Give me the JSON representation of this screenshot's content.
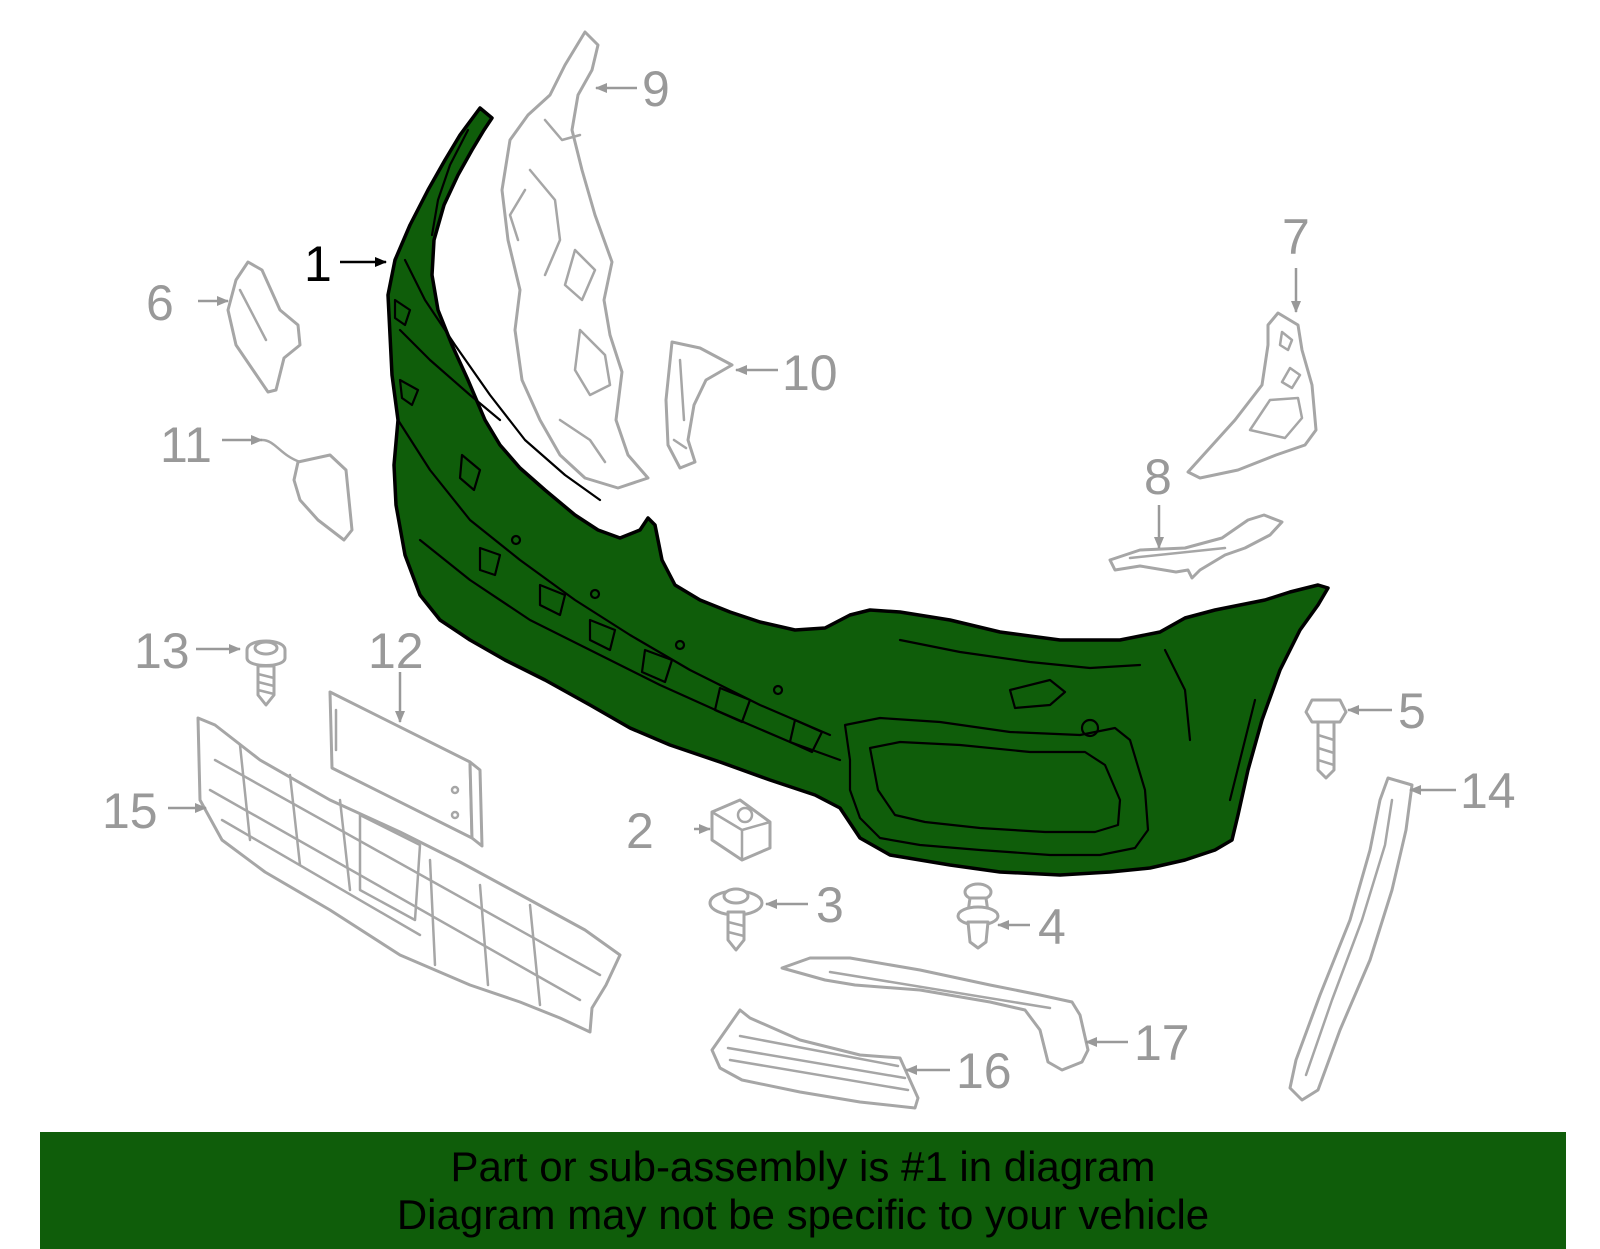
{
  "colors": {
    "highlight": "#0f5d0a",
    "ghost": "#a6a6a6",
    "label_muted": "#999999",
    "label_active": "#000000",
    "banner": "#0f5d0a"
  },
  "highlighted_part": "1",
  "callouts": [
    "1",
    "2",
    "3",
    "4",
    "5",
    "6",
    "7",
    "8",
    "9",
    "10",
    "11",
    "12",
    "13",
    "14",
    "15",
    "16",
    "17"
  ],
  "banner": {
    "line1": "Part or sub-assembly is #1 in diagram",
    "line2": "Diagram may not be specific to your vehicle"
  }
}
